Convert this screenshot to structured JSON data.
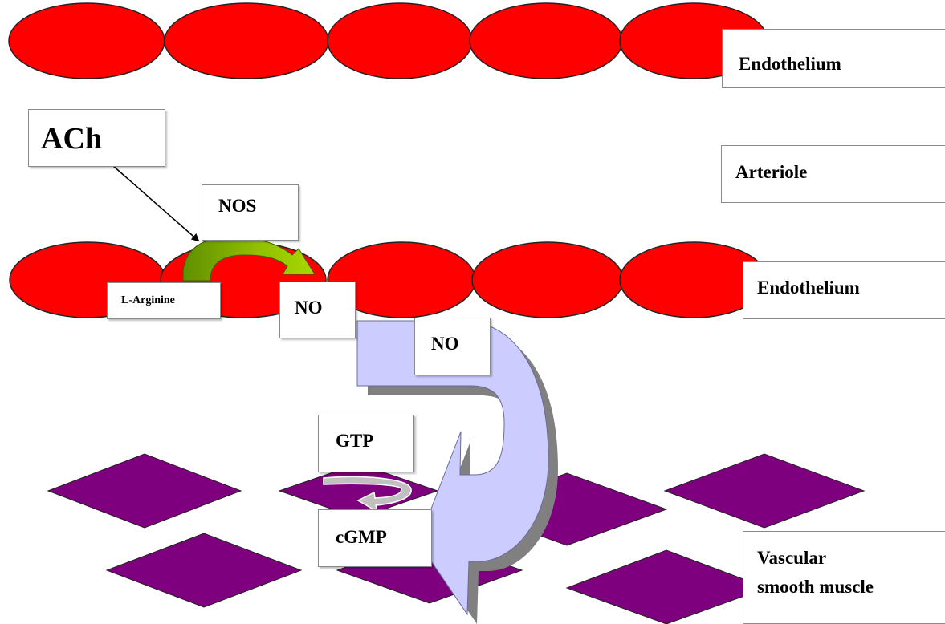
{
  "labels": {
    "endothelium_top": "Endothelium",
    "arteriole": "Arteriole",
    "endothelium_bottom": "Endothelium",
    "vascular_smooth_muscle_line1": "Vascular",
    "vascular_smooth_muscle_line2": "smooth muscle",
    "ach": "ACh",
    "nos": "NOS",
    "l_arginine": "L-Arginine",
    "no_small": "NO",
    "no_large": "NO",
    "gtp": "GTP",
    "cgmp": "cGMP"
  },
  "colors": {
    "endothelial_cell": "#ff0000",
    "smooth_muscle_cell": "#7f007f",
    "nos_arrow_light": "#99cc00",
    "nos_arrow_dark": "#669900",
    "no_arrow_fill": "#ccccff",
    "no_arrow_shadow": "#808080",
    "gtp_arrow": "#c0c0c0"
  }
}
